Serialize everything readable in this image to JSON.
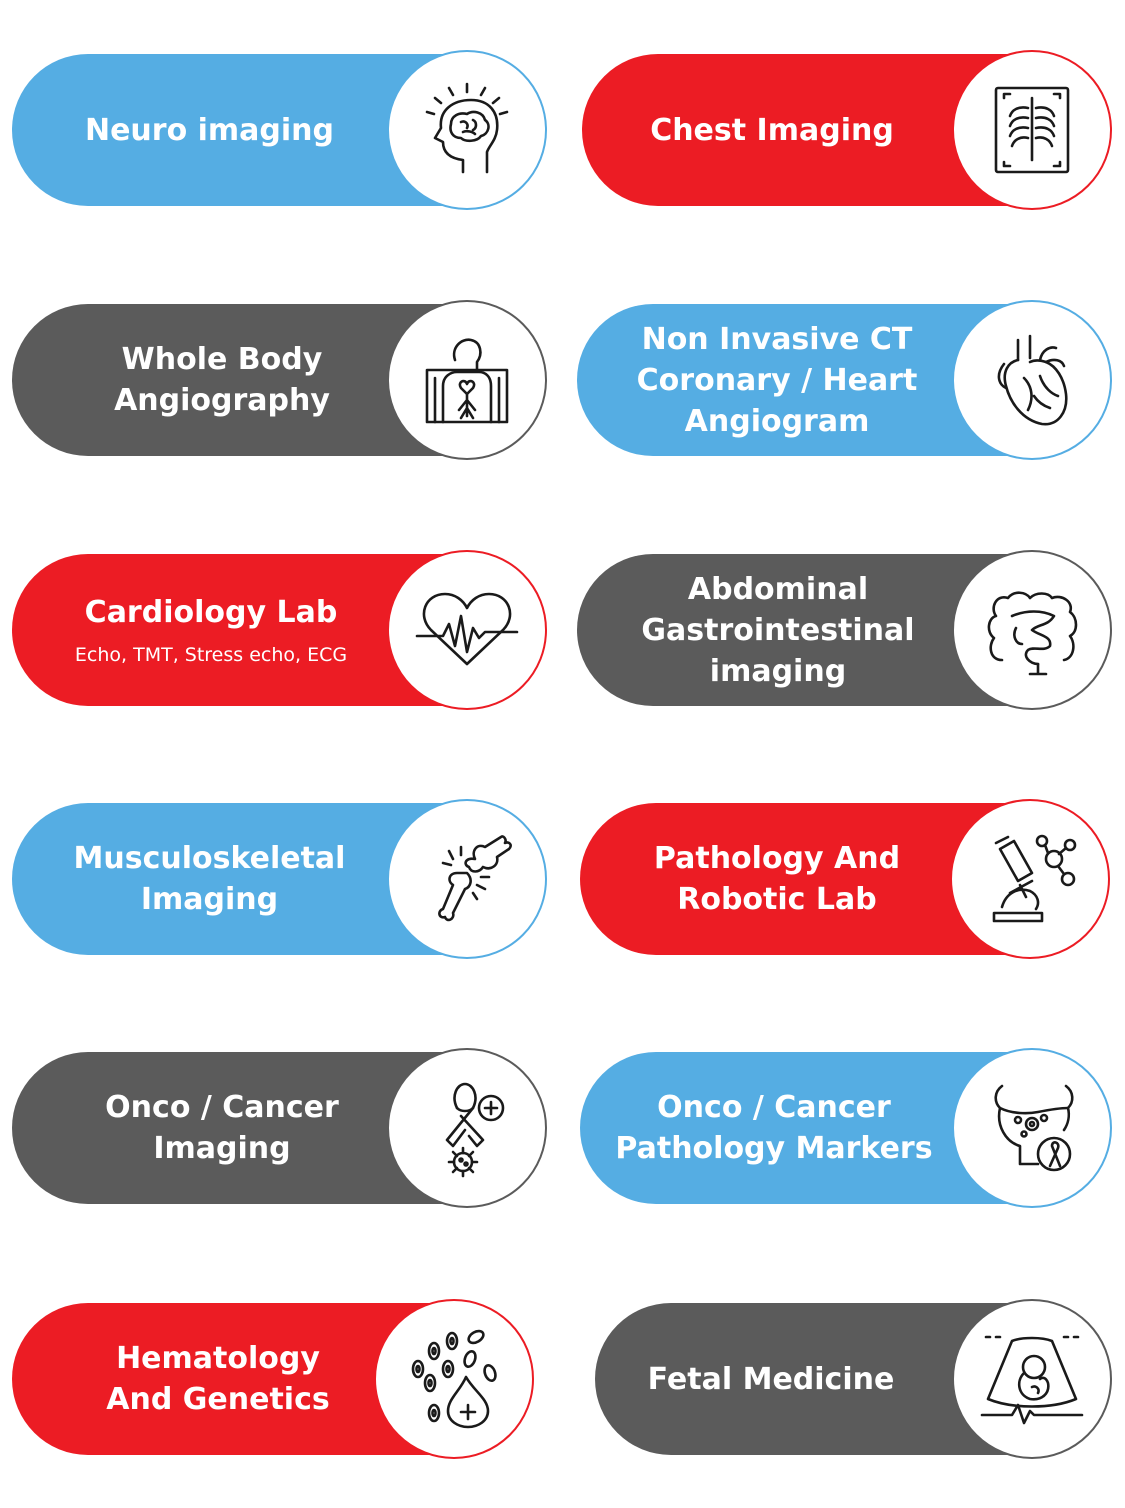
{
  "colors": {
    "blue": "#55ade3",
    "red": "#ec1c24",
    "gray": "#5b5b5b",
    "icon_stroke": "#1a1a1a"
  },
  "cards": [
    {
      "id": "neuro",
      "color": "blue",
      "lines": [
        "Neuro imaging"
      ],
      "icon": "brain-head-icon"
    },
    {
      "id": "chest",
      "color": "red",
      "lines": [
        "Chest Imaging"
      ],
      "icon": "chest-xray-icon"
    },
    {
      "id": "whole-body",
      "color": "gray",
      "lines": [
        "Whole Body",
        "Angiography"
      ],
      "icon": "body-scan-icon"
    },
    {
      "id": "ct-coronary",
      "color": "blue",
      "lines": [
        "Non Invasive CT",
        "Coronary / Heart",
        "Angiogram"
      ],
      "icon": "heart-organ-icon"
    },
    {
      "id": "cardiology",
      "color": "red",
      "lines": [
        "Cardiology Lab"
      ],
      "sub": "Echo, TMT, Stress echo, ECG",
      "icon": "heartbeat-icon"
    },
    {
      "id": "abdominal",
      "color": "gray",
      "lines": [
        "Abdominal",
        "Gastrointestinal",
        "imaging"
      ],
      "icon": "intestine-icon"
    },
    {
      "id": "musculo",
      "color": "blue",
      "lines": [
        "Musculoskeletal",
        "Imaging"
      ],
      "icon": "bone-joint-icon"
    },
    {
      "id": "pathology",
      "color": "red",
      "lines": [
        "Pathology And",
        "Robotic Lab"
      ],
      "icon": "microscope-icon"
    },
    {
      "id": "onco-imaging",
      "color": "gray",
      "lines": [
        "Onco / Cancer",
        "Imaging"
      ],
      "icon": "cancer-ribbon-icon"
    },
    {
      "id": "onco-pathology",
      "color": "blue",
      "lines": [
        "Onco / Cancer",
        "Pathology Markers"
      ],
      "icon": "bladder-ribbon-icon"
    },
    {
      "id": "hematology",
      "color": "red",
      "lines": [
        "Hematology",
        "And Genetics"
      ],
      "icon": "blood-cells-icon"
    },
    {
      "id": "fetal",
      "color": "gray",
      "lines": [
        "Fetal Medicine"
      ],
      "icon": "fetus-ultrasound-icon"
    }
  ]
}
